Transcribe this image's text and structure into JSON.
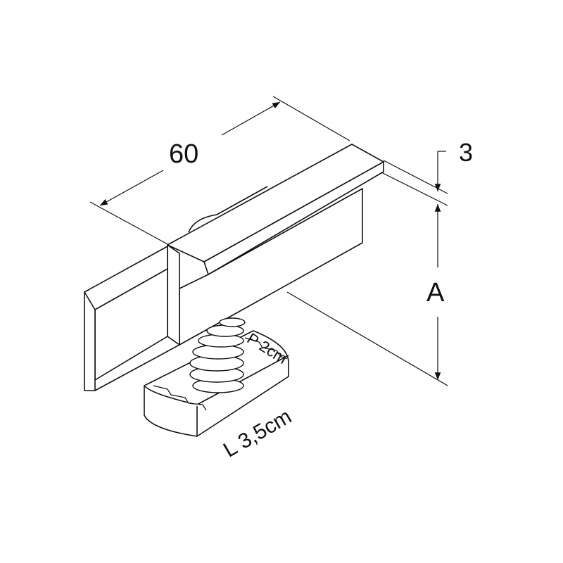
{
  "dimensions": {
    "length": "60",
    "lip_thickness": "3",
    "height": "A",
    "nut_width": "P 2cm",
    "nut_length": "L 3,5cm"
  },
  "colors": {
    "line": "#111111",
    "background": "#ffffff"
  }
}
